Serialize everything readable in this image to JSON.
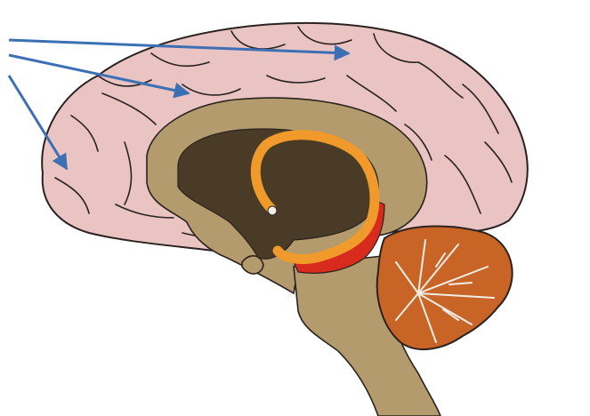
{
  "diagram": {
    "subject": "midsagittal-brain-section",
    "labels": [],
    "arrows": [
      {
        "from": "left-edge",
        "to": "upper-cortex"
      },
      {
        "from": "left-edge",
        "to": "cingulate-gyrus"
      },
      {
        "from": "left-edge",
        "to": "frontal-lobe"
      }
    ]
  },
  "colors": {
    "background": "#ffffff",
    "cortex": "#e9c4c3",
    "cortex_outline": "#2a2220",
    "white_matter": "#b39b6d",
    "ventricle": "#4a3b26",
    "fornix": "#ef9a2a",
    "hippocampus": "#d92b1d",
    "cerebellum": "#c86426",
    "arbor_vitae": "#f1ede4",
    "arrow": "#3c6fb3"
  }
}
